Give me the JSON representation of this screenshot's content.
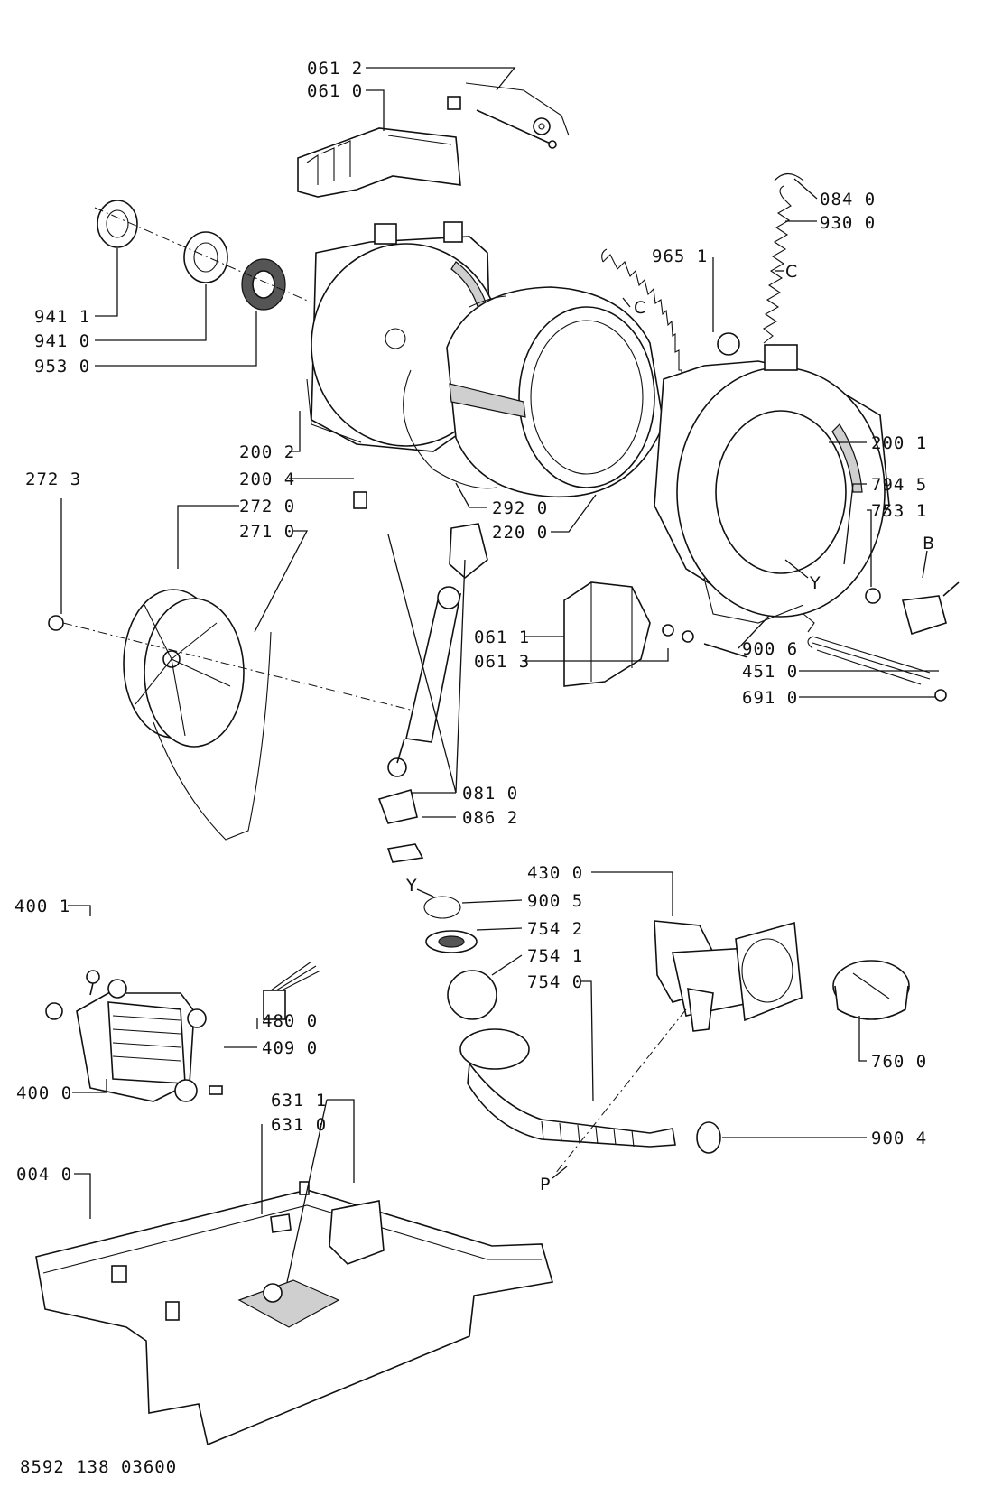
{
  "labels": {
    "l0612": "061 2",
    "l0610": "061 0",
    "l0840": "084 0",
    "l9300": "930 0",
    "l9651": "965 1",
    "l9411": "941 1",
    "l9410": "941 0",
    "l9530": "953 0",
    "l2002": "200 2",
    "l2004": "200 4",
    "l2723": "272 3",
    "l2720": "272 0",
    "l2710": "271 0",
    "l2920": "292 0",
    "l2200": "220 0",
    "l2001": "200 1",
    "l7945": "794 5",
    "l7531": "753 1",
    "l0611": "061 1",
    "l0613": "061 3",
    "l9006": "900 6",
    "l4510": "451 0",
    "l6910": "691 0",
    "l0810": "081 0",
    "l0862": "086 2",
    "l4300": "430 0",
    "l9005": "900 5",
    "l7542": "754 2",
    "l7541": "754 1",
    "l7540": "754 0",
    "l4001": "400 1",
    "l4800": "480 0",
    "l4090": "409 0",
    "l4000": "400 0",
    "l7600": "760 0",
    "l9004": "900 4",
    "l6311": "631 1",
    "l6310": "631 0",
    "l0040": "004 0"
  },
  "letters": {
    "c_spring_left": "C",
    "c_spring_right": "C",
    "b_sensor": "B",
    "y_front": "Y",
    "y_pump": "Y",
    "p_hose": "P"
  },
  "document_code": "8592 138 03600"
}
